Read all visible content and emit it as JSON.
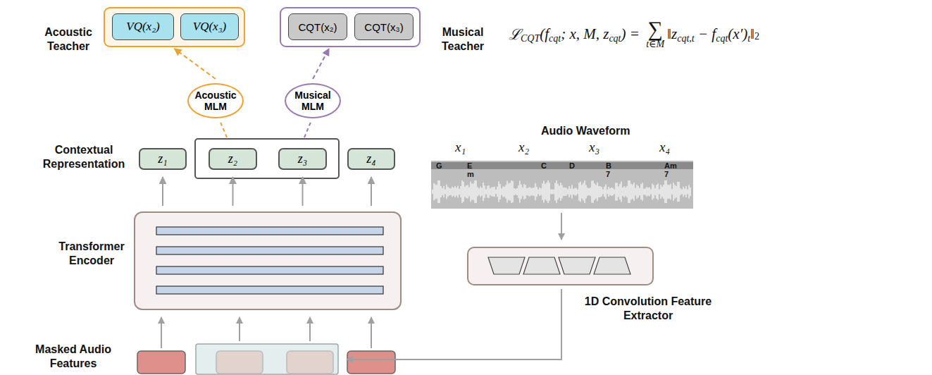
{
  "diagram": {
    "nodes": [
      {
        "text": [
          "Acoustic Teacher"
        ]
      },
      {
        "text": [
          "VQ(x₂)"
        ],
        "in": 0
      },
      {
        "text": [
          "VQ(x₃)"
        ],
        "in": 0
      },
      {
        "text": [
          "Musical Teacher"
        ]
      },
      {
        "text": [
          "CQT(x₂)"
        ],
        "in": 3
      },
      {
        "text": [
          "CQT(x₃)"
        ],
        "in": 3
      },
      {
        "text": [
          "Acoustic MLM"
        ]
      },
      {
        "text": [
          "Musical MLM"
        ]
      },
      {
        "text": [
          "z₁"
        ]
      },
      {
        "text": [
          "z₂"
        ]
      },
      {
        "text": [
          "z₃"
        ]
      },
      {
        "text": [
          "z₄"
        ]
      },
      {
        "text": [
          "Transformer Encoder"
        ]
      },
      {
        "text": [
          "1D Convolution Feature Extractor"
        ]
      }
    ],
    "edges": [
      {
        "from": 6,
        "to": 0,
        "arrow": "to"
      },
      {
        "from": 7,
        "to": 3,
        "arrow": "to"
      },
      {
        "from": 12,
        "to": 8,
        "arrow": "to"
      },
      {
        "from": 12,
        "to": 9,
        "arrow": "to"
      },
      {
        "from": 12,
        "to": 10,
        "arrow": "to"
      },
      {
        "from": 12,
        "to": 11,
        "arrow": "to"
      }
    ],
    "labels": [
      "ℒ",
      "CQT",
      "(f",
      "cqt",
      "; x, M, z",
      "cqt",
      ") = ",
      "∑",
      "t∈M",
      "‖z",
      "cqt,t",
      " − f",
      "cqt",
      "(x′)",
      "t",
      "‖",
      "2",
      "Contextual Representation",
      "Masked Audio Features",
      "Audio Waveform",
      "x₁",
      "x₂",
      "x₃",
      "x₄",
      "G",
      "Em",
      "C",
      "D",
      "B7",
      "Am7"
    ]
  }
}
